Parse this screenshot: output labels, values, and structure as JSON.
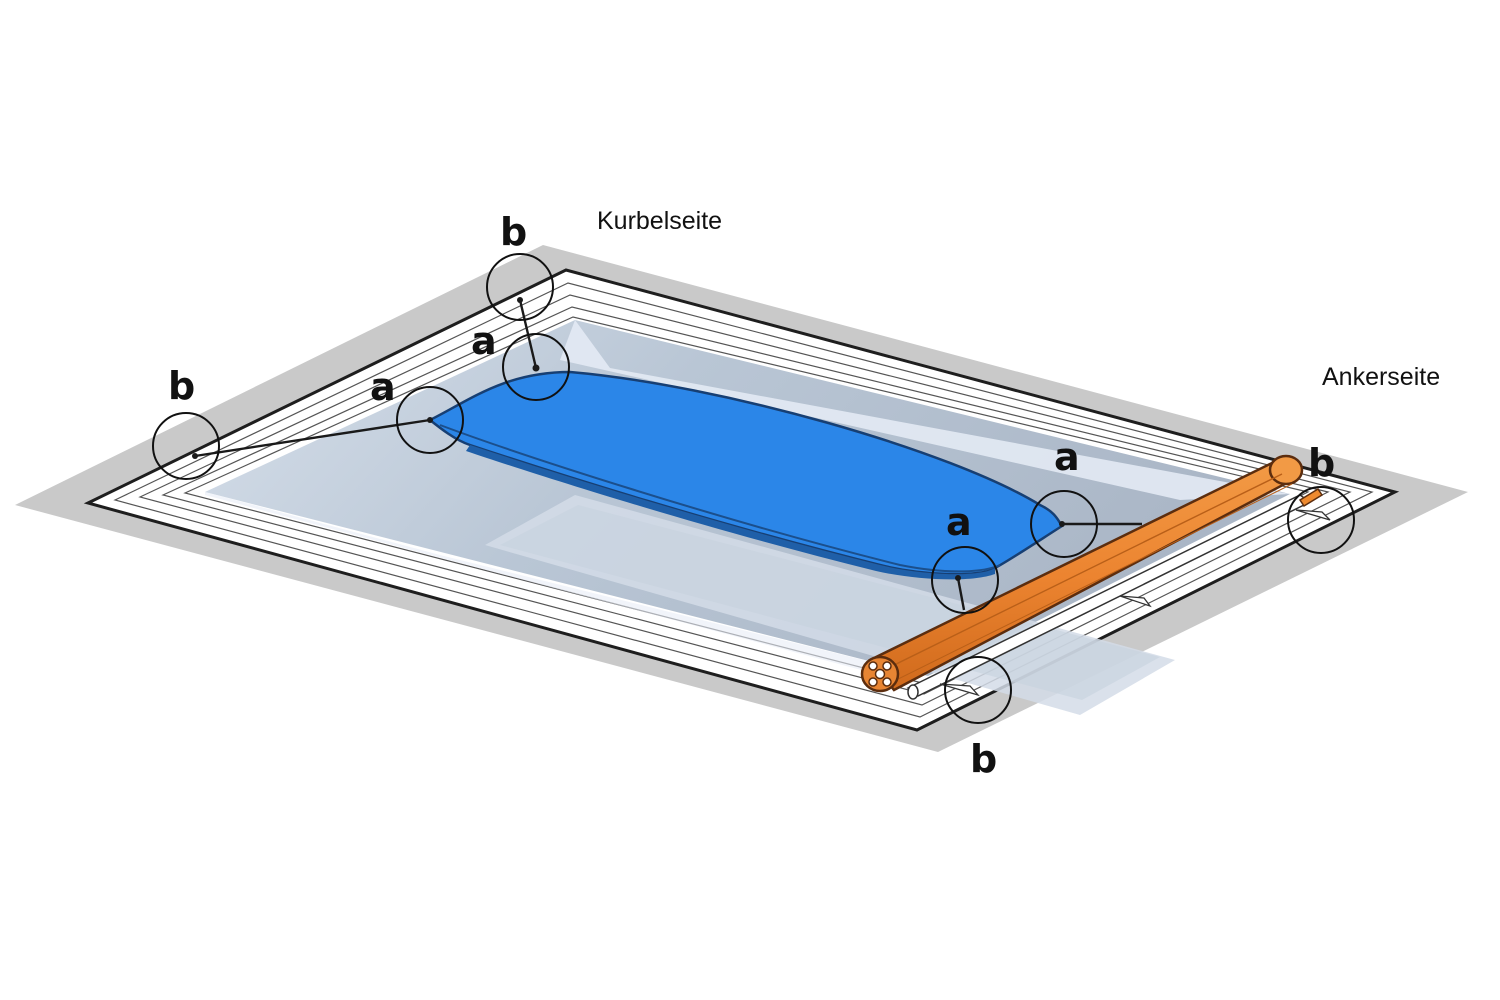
{
  "labels": {
    "crank_side": "Kurbelseite",
    "anchor_side": "Ankerseite"
  },
  "markers": {
    "a": "a",
    "b": "b"
  },
  "colors": {
    "coping": "#c8c8c8",
    "frame": "#ffffff",
    "frame_line": "#222222",
    "water_light": "#e4ecf7",
    "water_mid": "#c3cfdc",
    "water_dark": "#a9b6c6",
    "cushion": "#2b86e8",
    "cushion_edge": "#1b4f8c",
    "roller": "#ee8a2f",
    "roller_edge": "#6b3410"
  },
  "icons": [
    "detail-circle",
    "anchor-point",
    "rope-line"
  ]
}
